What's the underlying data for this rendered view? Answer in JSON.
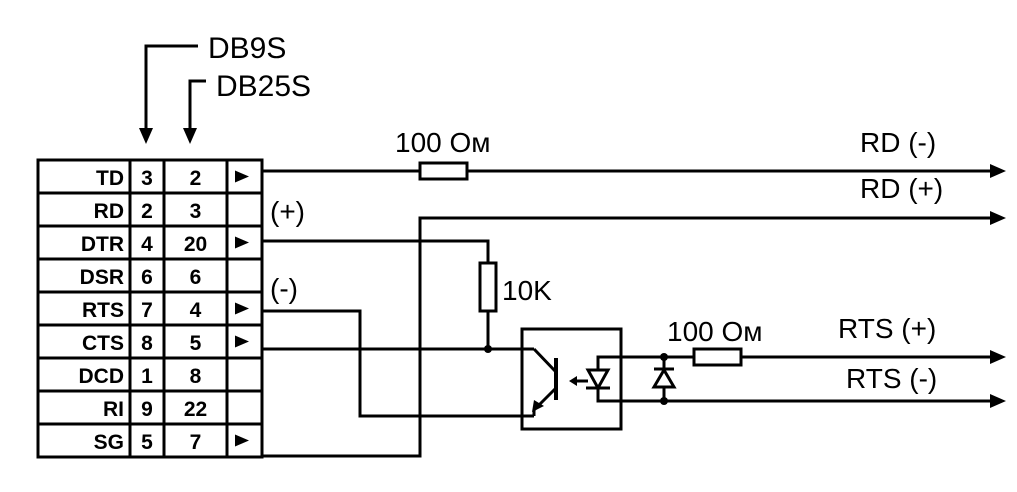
{
  "headers": {
    "db9": "DB9S",
    "db25": "DB25S"
  },
  "pins": [
    {
      "signal": "TD",
      "db9": "3",
      "db25": "2",
      "connected": true
    },
    {
      "signal": "RD",
      "db9": "2",
      "db25": "3",
      "connected": false
    },
    {
      "signal": "DTR",
      "db9": "4",
      "db25": "20",
      "connected": true
    },
    {
      "signal": "DSR",
      "db9": "6",
      "db25": "6",
      "connected": false
    },
    {
      "signal": "RTS",
      "db9": "7",
      "db25": "4",
      "connected": true
    },
    {
      "signal": "CTS",
      "db9": "8",
      "db25": "5",
      "connected": true
    },
    {
      "signal": "DCD",
      "db9": "1",
      "db25": "8",
      "connected": false
    },
    {
      "signal": "RI",
      "db9": "9",
      "db25": "22",
      "connected": false
    },
    {
      "signal": "SG",
      "db9": "5",
      "db25": "7",
      "connected": true
    }
  ],
  "polarity": {
    "plus": "(+)",
    "minus": "(-)"
  },
  "components": {
    "r1": "100 Ом",
    "r2": "10K",
    "r3": "100 Ом"
  },
  "outputs": {
    "rd_minus": "RD (-)",
    "rd_plus": "RD (+)",
    "rts_plus": "RTS (+)",
    "rts_minus": "RTS (-)"
  }
}
